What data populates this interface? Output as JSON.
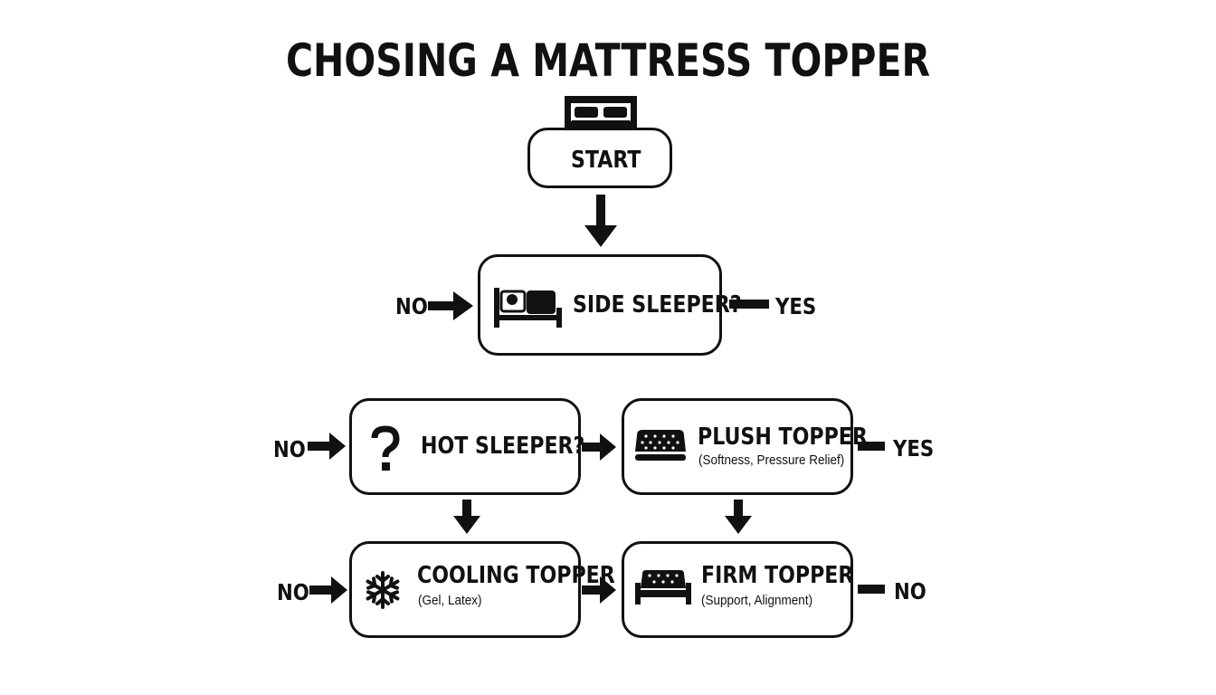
{
  "title": "CHOSING A MATTRESS TOPPER",
  "nodes": {
    "start": {
      "label": "START",
      "icon": "bed-icon"
    },
    "side_sleeper": {
      "label": "SIDE SLEEPER?",
      "icon": "sleeping-person-icon"
    },
    "hot_sleeper": {
      "label": "HOT SLEEPER?",
      "icon": "question-mark-icon"
    },
    "plush_topper": {
      "label": "PLUSH TOPPER",
      "sub": "(Softness, Pressure Relief)",
      "icon": "mattress-icon"
    },
    "cooling_topper": {
      "label": "COOLING TOPPER",
      "sub": "(Gel, Latex)",
      "icon": "snowflake-icon"
    },
    "firm_topper": {
      "label": "FIRM TOPPER",
      "sub": "(Support, Alignment)",
      "icon": "firm-mattress-icon"
    }
  },
  "side_labels": {
    "side_sleeper_left": "NO",
    "side_sleeper_right": "YES",
    "hot_sleeper_left": "NO",
    "plush_right": "YES",
    "cooling_left": "NO",
    "firm_right": "NO"
  },
  "colors": {
    "ink": "#111111",
    "background": "#ffffff"
  }
}
